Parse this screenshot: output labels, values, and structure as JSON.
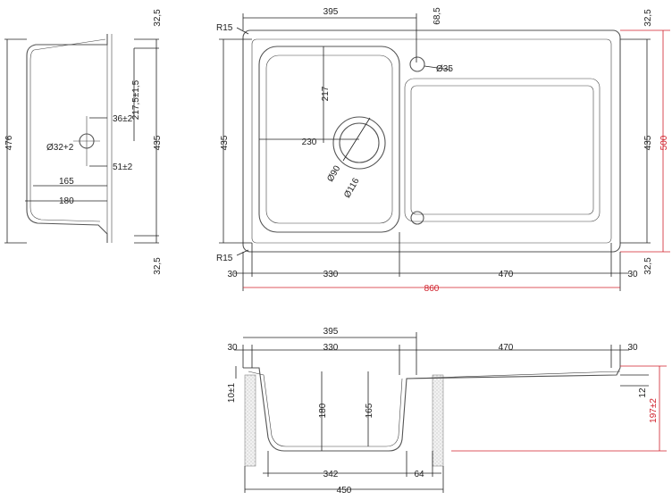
{
  "side_view": {
    "height_total": "476",
    "height_inner": "435",
    "flange_top": "32,5",
    "flange_bottom": "32,5",
    "drain_height": "217,5±1,5",
    "drain_offset_top": "36±2",
    "drain_offset_bottom": "51±2",
    "drain_diameter": "Ø32+2",
    "depth_165": "165",
    "depth_180": "180"
  },
  "top_view": {
    "width_395": "395",
    "tap_offset": "68,5",
    "radius_top": "R15",
    "radius_bottom": "R15",
    "tap_hole": "Ø35",
    "bowl_depth": "217",
    "bowl_width": "230",
    "drain_90": "Ø90",
    "drain_116": "Ø116",
    "height_left": "435",
    "height_right": "435",
    "height_total": "500",
    "flange_top": "32,5",
    "flange_bottom": "32,5",
    "edge_left": "30",
    "bowl_span": "330",
    "drainer_span": "470",
    "edge_right": "30",
    "width_total": "860"
  },
  "section_view": {
    "width_395": "395",
    "edge_left": "30",
    "bowl_span": "330",
    "drainer_span": "470",
    "edge_right": "30",
    "rim": "10±1",
    "depth_180": "180",
    "depth_165": "165",
    "drainer_thickness": "12",
    "total_depth": "197±2",
    "bottom_342": "342",
    "bottom_64": "64",
    "cabinet_450": "450"
  },
  "colors": {
    "line": "#222222",
    "accent": "#d01f2a",
    "body": "#555555"
  }
}
